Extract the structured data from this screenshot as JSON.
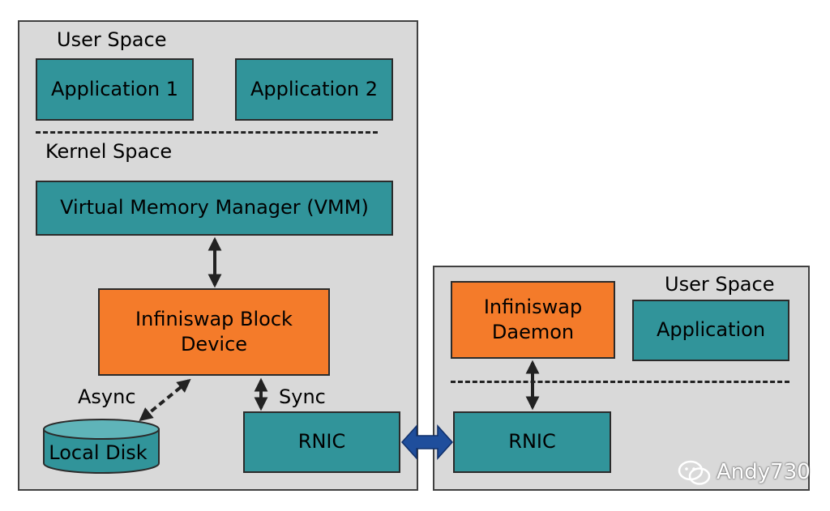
{
  "left_panel": {
    "user_space_label": "User Space",
    "app1_label": "Application 1",
    "app2_label": "Application 2",
    "kernel_space_label": "Kernel Space",
    "vmm_label": "Virtual Memory Manager (VMM)",
    "block_device_line1": "Infiniswap Block",
    "block_device_line2": "Device",
    "async_label": "Async",
    "sync_label": "Sync",
    "local_disk_label": "Local Disk",
    "rnic_label": "RNIC"
  },
  "right_panel": {
    "user_space_label": "User Space",
    "daemon_line1": "Infiniswap",
    "daemon_line2": "Daemon",
    "application_label": "Application",
    "rnic_label": "RNIC"
  },
  "watermark": {
    "icon": "wechat-icon",
    "text": "Andy730"
  },
  "colors": {
    "panel": "#d9d9d9",
    "teal": "#31949a",
    "orange": "#f47b2a",
    "link_arrow": "#1f4e9c"
  }
}
